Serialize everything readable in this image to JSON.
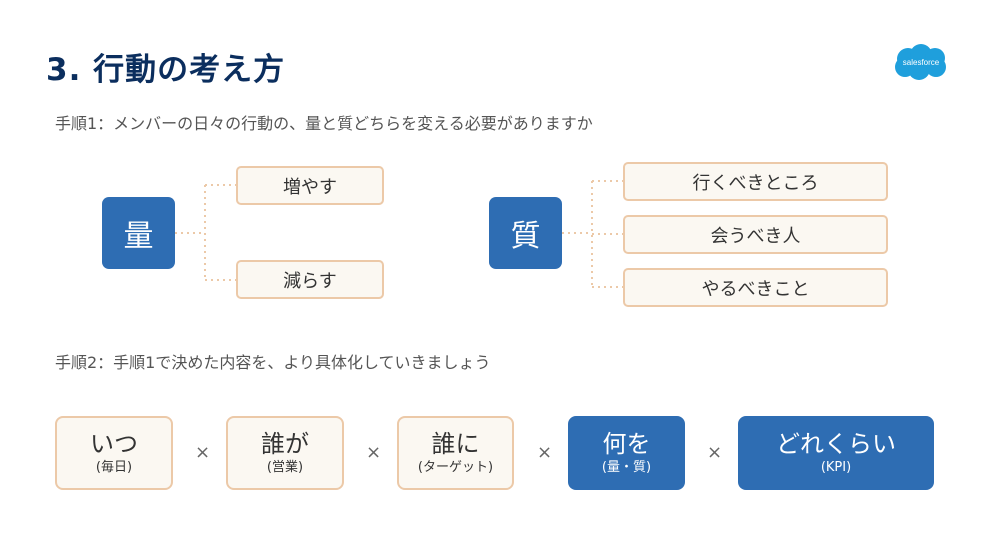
{
  "title": "3. 行動の考え方",
  "logo_text": "salesforce",
  "step1": "手順1：メンバーの日々の行動の、量と質どちらを変える必要がありますか",
  "step2": "手順2：手順1で決めた内容を、より具体化していきましょう",
  "quantity": {
    "label": "量",
    "options": [
      "増やす",
      "減らす"
    ]
  },
  "quality": {
    "label": "質",
    "options": [
      "行くべきところ",
      "会うべき人",
      "やるべきこと"
    ]
  },
  "multiply": "×",
  "cards": [
    {
      "main": "いつ",
      "sub": "(毎日)"
    },
    {
      "main": "誰が",
      "sub": "(営業)"
    },
    {
      "main": "誰に",
      "sub": "(ターゲット)"
    },
    {
      "main": "何を",
      "sub": "(量・質)"
    },
    {
      "main": "どれくらい",
      "sub": "(KPI)"
    }
  ],
  "colors": {
    "title": "#0b2e5e",
    "accent_blue": "#2e6db3",
    "card_border": "#ecc9a8",
    "card_bg": "#fbf8f2",
    "logo": "#1f9fdc"
  }
}
